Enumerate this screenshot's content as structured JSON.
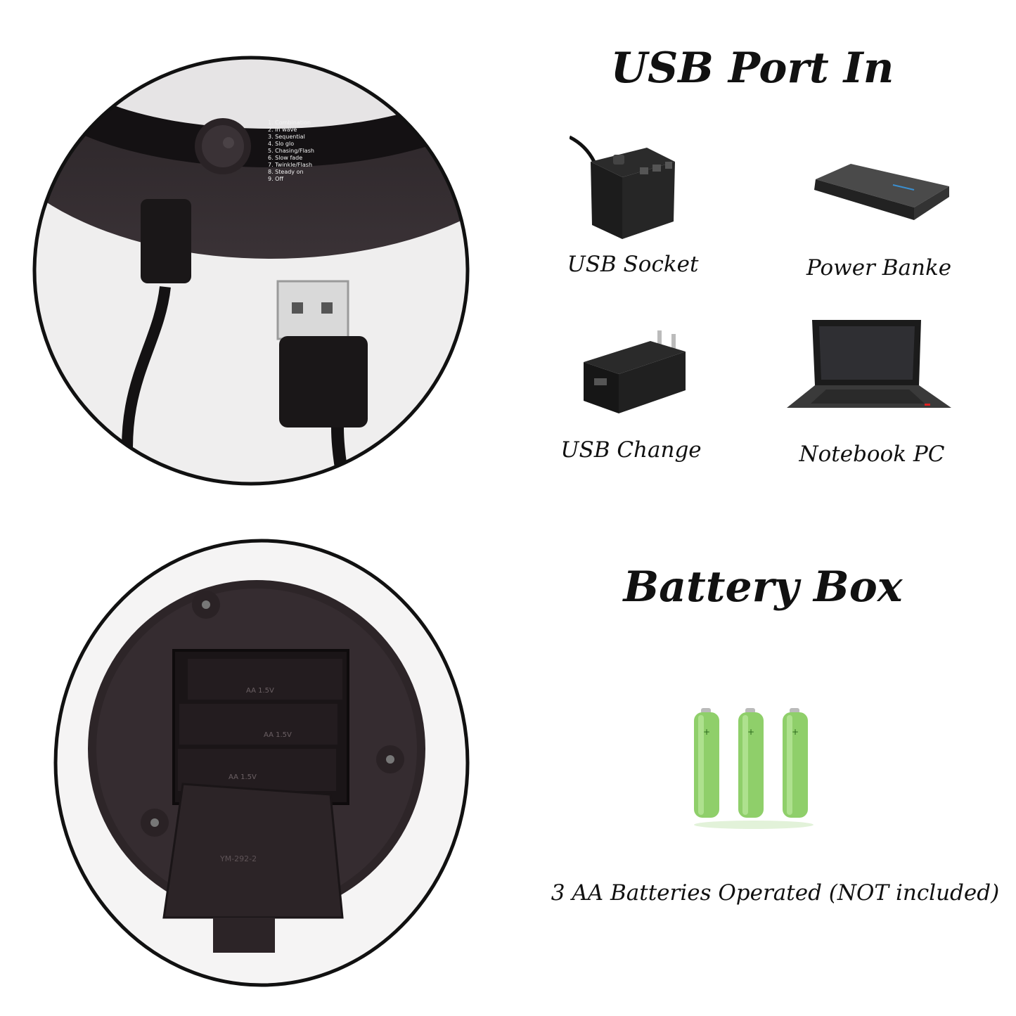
{
  "usb_section": {
    "title": "USB Port In",
    "items": [
      {
        "label": "USB Socket",
        "icon": "usb-socket-cube-icon"
      },
      {
        "label": "Power Banke",
        "icon": "power-bank-icon"
      },
      {
        "label": "USB Change",
        "icon": "usb-charger-icon"
      },
      {
        "label": "Notebook PC",
        "icon": "laptop-icon"
      }
    ]
  },
  "mode_list": [
    "1. Combination",
    "2. In wave",
    "3. Sequential",
    "4. Slo glo",
    "5. Chasing/Flash",
    "6. Slow fade",
    "7. Twinkle/Flash",
    "8. Steady on",
    "9. Off"
  ],
  "battery_section": {
    "title": "Battery Box",
    "caption": "3 AA Batteries Operated (NOT included)",
    "compartment_marks": [
      "AA 1.5V",
      "AA 1.5V",
      "AA 1.5V"
    ],
    "lid_mark": "YM-292-2",
    "battery_count": 3
  },
  "colors": {
    "circle_border": "#111111",
    "base_dark": "#2b2326",
    "background_light": "#efeeee",
    "battery_green": "#8fcf6a"
  }
}
